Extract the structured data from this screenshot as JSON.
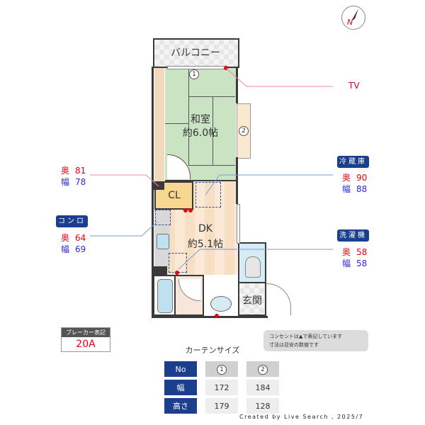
{
  "compass": {
    "label": "N"
  },
  "rooms": {
    "balcony": "バルコニー",
    "washitsu_name": "和室",
    "washitsu_size": "約6.0帖",
    "closet": "CL",
    "dk_name": "DK",
    "dk_size": "約5.1帖",
    "entrance": "玄関"
  },
  "window_markers": [
    "1",
    "2"
  ],
  "callouts": {
    "tv": {
      "label": "TV"
    },
    "closet_space": {
      "depth_label": "奥",
      "depth": "81",
      "width_label": "幅",
      "width": "78"
    },
    "stove": {
      "tag": "コンロ",
      "depth_label": "奥",
      "depth": "64",
      "width_label": "幅",
      "width": "69"
    },
    "fridge": {
      "tag": "冷蔵庫",
      "depth_label": "奥",
      "depth": "90",
      "width_label": "幅",
      "width": "88"
    },
    "washer": {
      "tag": "洗濯機",
      "depth_label": "奥",
      "depth": "58",
      "width_label": "幅",
      "width": "58"
    }
  },
  "breaker": {
    "title": "ブレーカー表記",
    "value": "20A"
  },
  "notes": {
    "line1": "コンセントは▲で表記しています",
    "line2": "寸法は目安の数値です"
  },
  "curtain": {
    "title": "カーテンサイズ",
    "header": [
      "No",
      "1",
      "2"
    ],
    "rows": [
      {
        "label": "幅",
        "values": [
          "172",
          "184"
        ]
      },
      {
        "label": "高さ",
        "values": [
          "179",
          "128"
        ]
      }
    ]
  },
  "footer": {
    "credit": "Created by Live Search , 2025/7"
  },
  "colors": {
    "outlet": "#e60012",
    "tag_bg": "#1b3f8c",
    "depth": "#e60012",
    "width": "#2a2ae0",
    "tatami": "#c9e3c3"
  }
}
